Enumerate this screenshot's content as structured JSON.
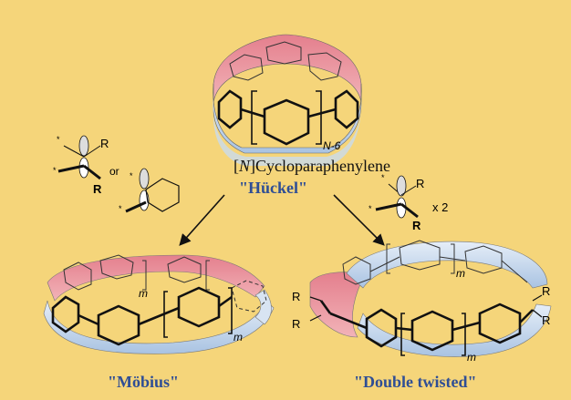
{
  "top": {
    "subscript": "N-6",
    "title_italic": "N",
    "title_rest": "Cycloparaphenylene",
    "huckel": "\"Hückel\""
  },
  "left_annot": {
    "r_top": "R",
    "r_bold": "R",
    "or": "or"
  },
  "right_annot": {
    "r_top": "R",
    "r_bold": "R",
    "multiplier": "x 2"
  },
  "mobius": {
    "label": "\"Möbius\"",
    "m1": "m",
    "m2": "m"
  },
  "double": {
    "label": "\"Double twisted\"",
    "m1": "m",
    "m2": "m",
    "r_left_top": "R",
    "r_left_bot": "R",
    "r_right_top": "R",
    "r_right_bot": "R"
  },
  "colors": {
    "background": "#f5d57a",
    "ribbon_pink": "#e98a96",
    "ribbon_blue": "#bcd3ea",
    "label_blue": "#2f4e95"
  }
}
